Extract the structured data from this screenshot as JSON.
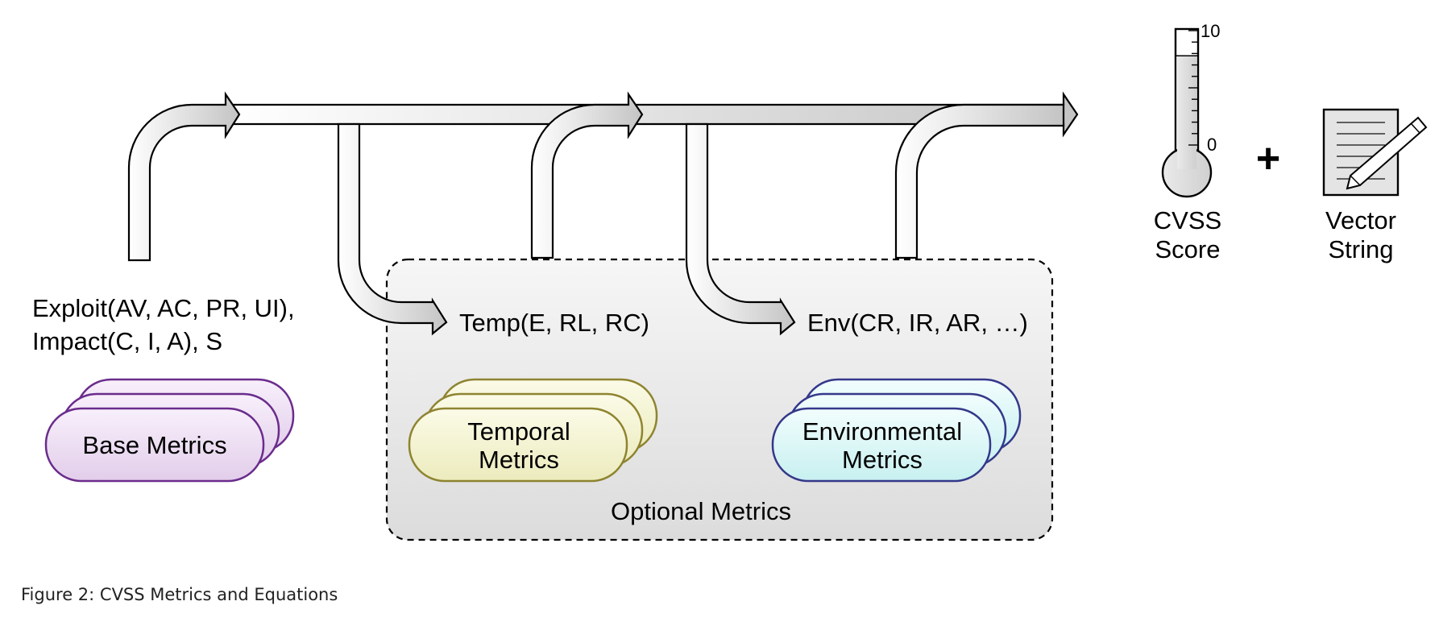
{
  "metrics": {
    "base": {
      "title": "Base Metrics",
      "formula": [
        "Exploit(AV, AC, PR, UI),",
        "Impact(C, I, A), S"
      ]
    },
    "temporal": {
      "title": [
        "Temporal",
        "Metrics"
      ],
      "formula": "Temp(E, RL, RC)"
    },
    "environmental": {
      "title": [
        "Environmental",
        "Metrics"
      ],
      "formula": "Env(CR, IR, AR, …)"
    },
    "optional_label": "Optional Metrics"
  },
  "output": {
    "thermometer": {
      "max": "10",
      "min": "0",
      "fill_fraction": 0.78,
      "icon": "thermometer-icon"
    },
    "score_label": [
      "CVSS",
      "Score"
    ],
    "plus": "+",
    "document_icon": "document-pencil-icon",
    "vector_label": [
      "Vector",
      "String"
    ]
  },
  "caption": "Figure 2: CVSS Metrics and Equations",
  "colors": {
    "base_fill": "#ead8f0",
    "base_stroke": "#6a2c8c",
    "temporal_fill": "#f2f0cc",
    "temporal_stroke": "#8e8430",
    "env_fill": "#d4f4f4",
    "env_stroke": "#34388a",
    "optional_bg": "#e2e2e2",
    "arrow_fill": "#d7d7d7"
  }
}
